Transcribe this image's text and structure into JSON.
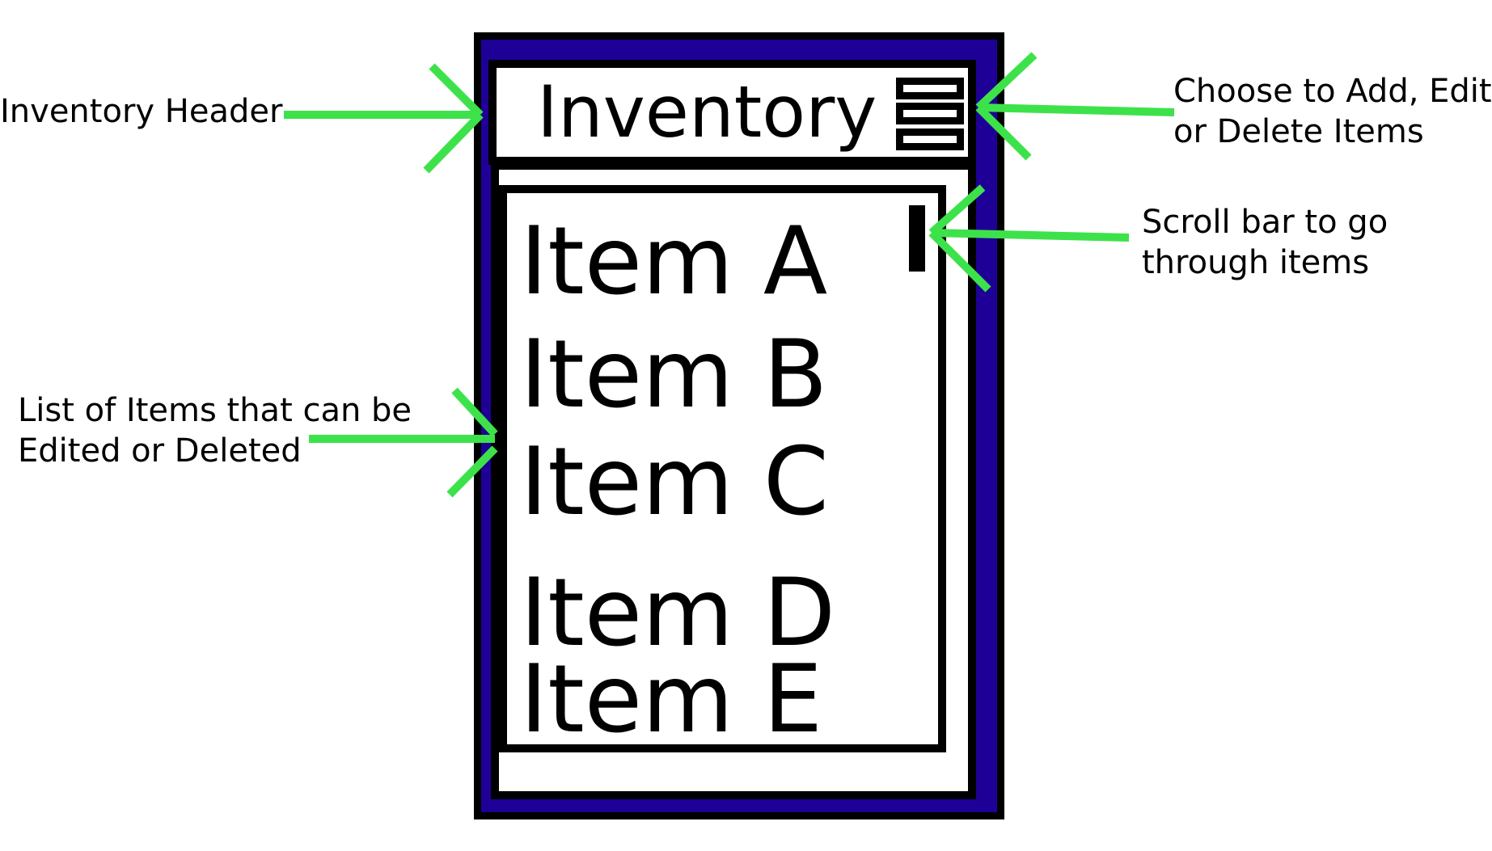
{
  "colors": {
    "frame": "#1e0096",
    "outline": "#000000",
    "panel": "#ffffff",
    "arrow": "#3de24a"
  },
  "app": {
    "header_title": "Inventory",
    "menu_icon": "hamburger-menu-icon"
  },
  "list": {
    "items": [
      {
        "label": "Item A"
      },
      {
        "label": "Item B"
      },
      {
        "label": "Item C"
      },
      {
        "label": "Item D"
      },
      {
        "label": "Item E"
      }
    ]
  },
  "annotations": {
    "header": "Inventory Header",
    "menu": [
      "Choose to Add, Edit",
      "or Delete Items"
    ],
    "scroll": [
      "Scroll bar to go",
      "through items"
    ],
    "list": [
      "List of Items that can be",
      "Edited or Deleted"
    ]
  }
}
